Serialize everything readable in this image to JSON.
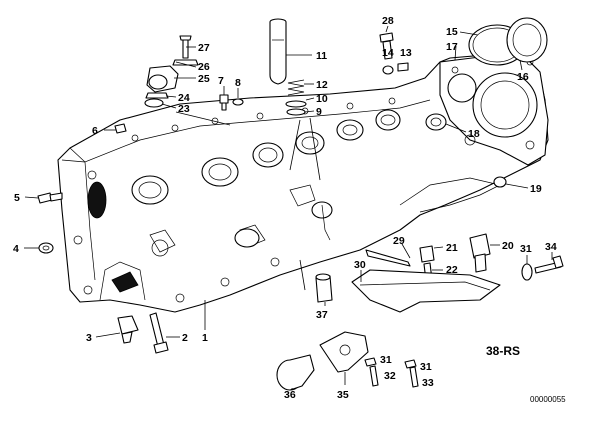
{
  "diagram": {
    "callouts": [
      "1",
      "2",
      "3",
      "4",
      "5",
      "6",
      "7",
      "8",
      "9",
      "10",
      "11",
      "12",
      "13",
      "14",
      "15",
      "16",
      "17",
      "18",
      "19",
      "20",
      "21",
      "22",
      "23",
      "24",
      "25",
      "26",
      "27",
      "28",
      "29",
      "30",
      "31",
      "32",
      "33",
      "34",
      "35",
      "36",
      "37"
    ],
    "callout_31_second": "31",
    "diagram_code": "38-RS",
    "drawing_number": "00000055"
  }
}
